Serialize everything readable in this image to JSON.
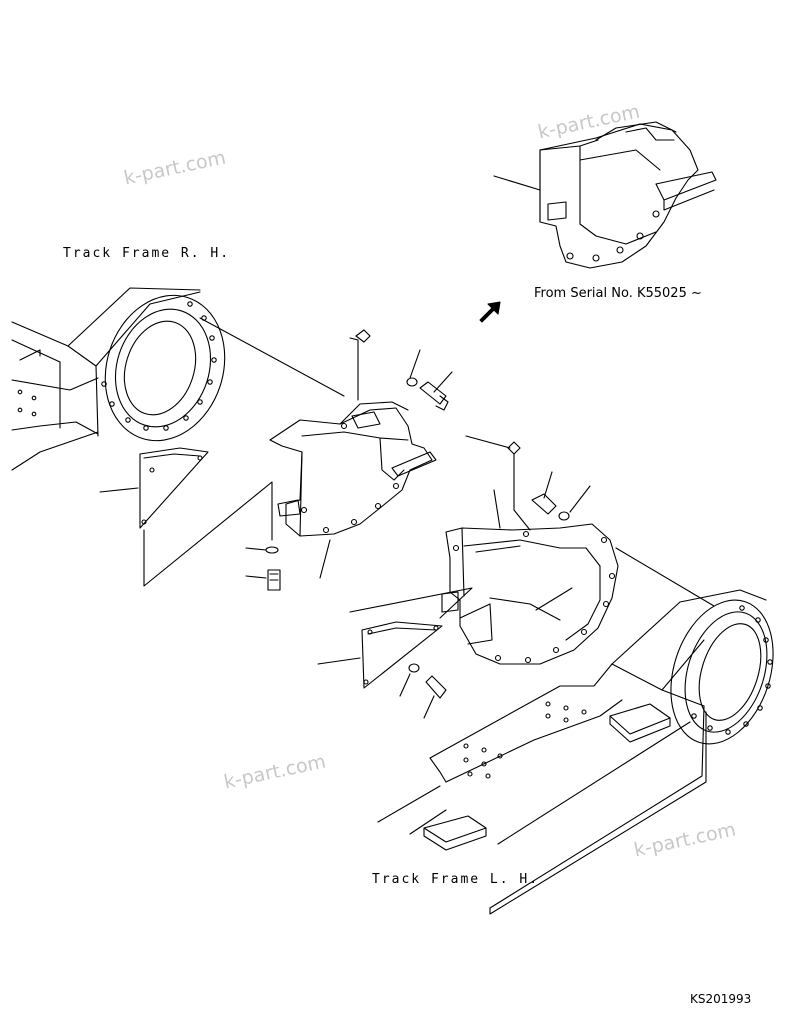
{
  "labels": {
    "track_frame_rh": "Track Frame R. H.",
    "track_frame_lh": "Track Frame L. H.",
    "from_serial": "From Serial No. K55025 ~",
    "drawing_code": "KS201993"
  },
  "watermark": "k-part.com",
  "colors": {
    "line": "#000000",
    "watermark": "#c8c8c8",
    "background": "#ffffff"
  }
}
